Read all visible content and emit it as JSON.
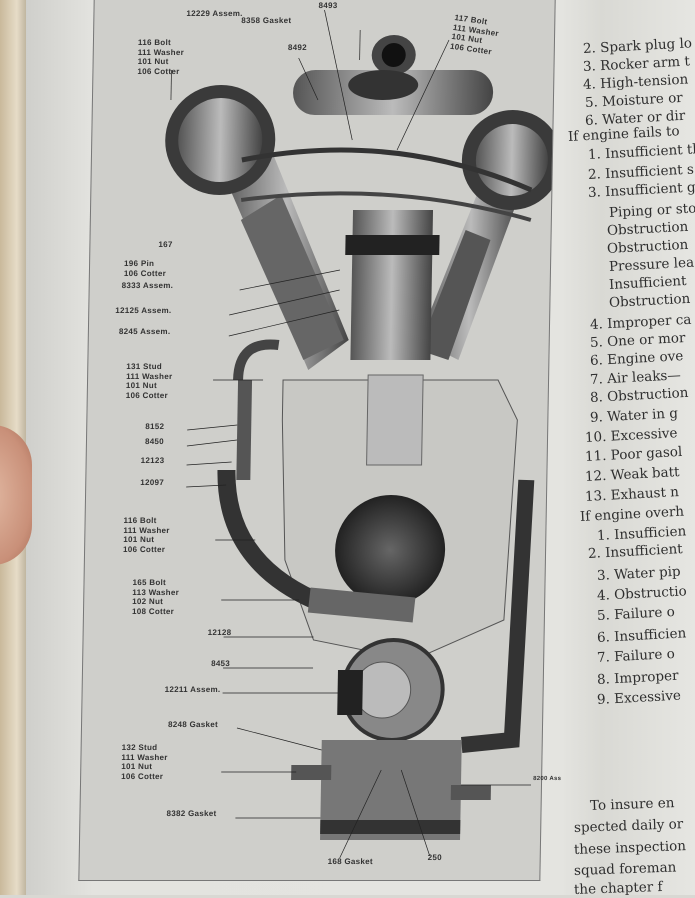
{
  "diagram": {
    "labels": [
      {
        "id": "l1",
        "text": "12229 Assem."
      },
      {
        "id": "l2",
        "text": "8358 Gasket"
      },
      {
        "id": "l3",
        "text": "8493"
      },
      {
        "id": "l4",
        "text": "8492"
      },
      {
        "id": "l5",
        "text": "116 Bolt\n111 Washer\n101 Nut\n106 Cotter"
      },
      {
        "id": "l6",
        "text": "117 Bolt\n111 Washer\n101 Nut\n106 Cotter"
      },
      {
        "id": "l7",
        "text": "167"
      },
      {
        "id": "l8",
        "text": "196 Pin\n106 Cotter"
      },
      {
        "id": "l9",
        "text": "8333 Assem."
      },
      {
        "id": "l10",
        "text": "12125 Assem."
      },
      {
        "id": "l11",
        "text": "8245 Assem."
      },
      {
        "id": "l12",
        "text": "131 Stud\n111 Washer\n101 Nut\n106 Cotter"
      },
      {
        "id": "l13",
        "text": "8152"
      },
      {
        "id": "l14",
        "text": "8450"
      },
      {
        "id": "l15",
        "text": "12123"
      },
      {
        "id": "l16",
        "text": "12097"
      },
      {
        "id": "l17",
        "text": "116 Bolt\n111 Washer\n101 Nut\n106 Cotter"
      },
      {
        "id": "l18",
        "text": "165 Bolt\n113 Washer\n102 Nut\n108 Cotter"
      },
      {
        "id": "l19",
        "text": "12128"
      },
      {
        "id": "l20",
        "text": "8453"
      },
      {
        "id": "l21",
        "text": "12211 Assem."
      },
      {
        "id": "l22",
        "text": "8248 Gasket"
      },
      {
        "id": "l23",
        "text": "132 Stud\n111 Washer\n101 Nut\n106 Cotter"
      },
      {
        "id": "l24",
        "text": "8382 Gasket"
      },
      {
        "id": "l25",
        "text": "168 Gasket"
      },
      {
        "id": "l26",
        "text": "250"
      },
      {
        "id": "l27",
        "text": "8200 Ass"
      }
    ]
  },
  "text_column": {
    "lines": [
      "2. Spark plug lo",
      "3. Rocker arm t",
      "4. High-tension",
      "5. Moisture or",
      "6. Water or dir",
      "If engine fails to",
      "1. Insufficient th",
      "2. Insufficient s",
      "3. Insufficient g",
      "Piping or sto",
      "Obstruction",
      "Obstruction",
      "Pressure lea",
      "Insufficient",
      "Obstruction",
      "4. Improper ca",
      "5. One or mor",
      "6. Engine ove",
      "7. Air leaks—",
      "8. Obstruction",
      "9. Water in g",
      "10. Excessive",
      "11. Poor gasol",
      "12. Weak batt",
      "13. Exhaust n",
      "If engine overh",
      "1. Insufficien",
      "2. Insufficient",
      "3. Water pip",
      "4. Obstructio",
      "5. Failure o",
      "6. Insufficien",
      "7. Failure o",
      "8. Improper",
      "9. Excessive",
      "To insure en",
      "spected daily or",
      "these inspection",
      "squad foreman",
      "the chapter f"
    ]
  }
}
